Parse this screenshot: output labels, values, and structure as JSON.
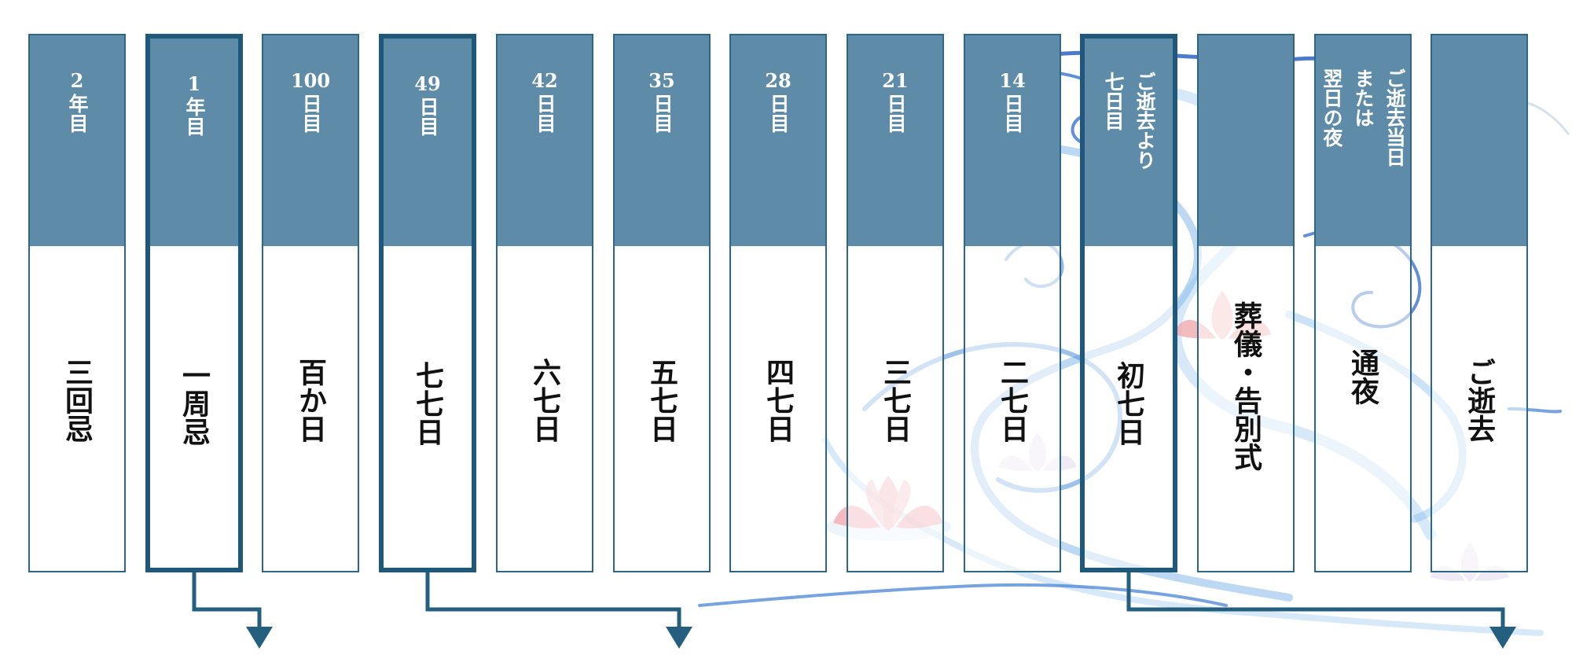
{
  "columns": [
    {
      "id": "sankaiki",
      "top_num": "2",
      "top_text": "年目",
      "main": "三回忌",
      "highlight": false
    },
    {
      "id": "isshuki",
      "top_num": "1",
      "top_text": "年目",
      "main": "一周忌",
      "highlight": true
    },
    {
      "id": "hyakkanichi",
      "top_num": "100",
      "top_text": "日目",
      "main": "百か日",
      "highlight": false
    },
    {
      "id": "nanananoka",
      "top_num": "49",
      "top_text": "日目",
      "main": "七七日",
      "highlight": true
    },
    {
      "id": "mukanoka",
      "top_num": "42",
      "top_text": "日目",
      "main": "六七日",
      "highlight": false
    },
    {
      "id": "itsunanoka",
      "top_num": "35",
      "top_text": "日目",
      "main": "五七日",
      "highlight": false
    },
    {
      "id": "yonanoka",
      "top_num": "28",
      "top_text": "日目",
      "main": "四七日",
      "highlight": false
    },
    {
      "id": "minanoka",
      "top_num": "21",
      "top_text": "日目",
      "main": "三七日",
      "highlight": false
    },
    {
      "id": "futananoka",
      "top_num": "14",
      "top_text": "日目",
      "main": "二七日",
      "highlight": false
    },
    {
      "id": "shonanoka",
      "top_lines": [
        "ご逝去より",
        "七日目"
      ],
      "main": "初七日",
      "highlight": true
    },
    {
      "id": "sogi",
      "top_lines": [],
      "main": "葬儀・告別式",
      "highlight": false
    },
    {
      "id": "tsuya",
      "top_lines": [
        "ご逝去当日",
        "または",
        "翌日の夜"
      ],
      "main": "通夜",
      "highlight": false
    },
    {
      "id": "seikyo",
      "top_lines": [],
      "main": "ご逝去",
      "highlight": false
    }
  ],
  "colors": {
    "header_fill": "#5e8ca8",
    "border": "#2c6688",
    "highlight_border": "#1f5878",
    "arrow": "#245f80"
  },
  "arrows": [
    {
      "from_column": "isshuki"
    },
    {
      "from_column": "nanananoka"
    },
    {
      "from_column": "shonanoka"
    }
  ],
  "decorations": [
    "water-swirl",
    "lotus-flower"
  ]
}
